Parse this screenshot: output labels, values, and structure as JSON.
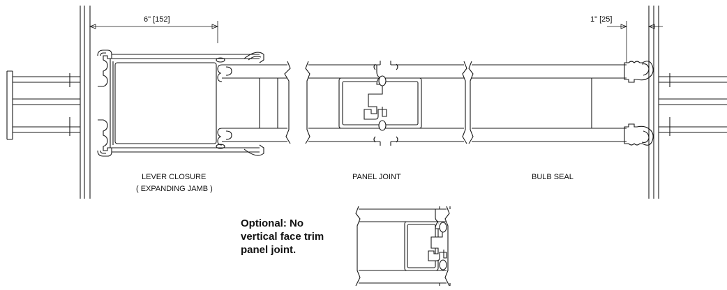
{
  "dimensions": {
    "left": "6\"  [152]",
    "right": "1\"  [25]"
  },
  "labels": {
    "lever_closure": "LEVER CLOSURE",
    "expanding_jamb": "( EXPANDING JAMB )",
    "panel_joint": "PANEL JOINT",
    "bulb_seal": "BULB SEAL"
  },
  "note": {
    "line1": "Optional:  No",
    "line2": "vertical face trim",
    "line3": "panel joint."
  }
}
